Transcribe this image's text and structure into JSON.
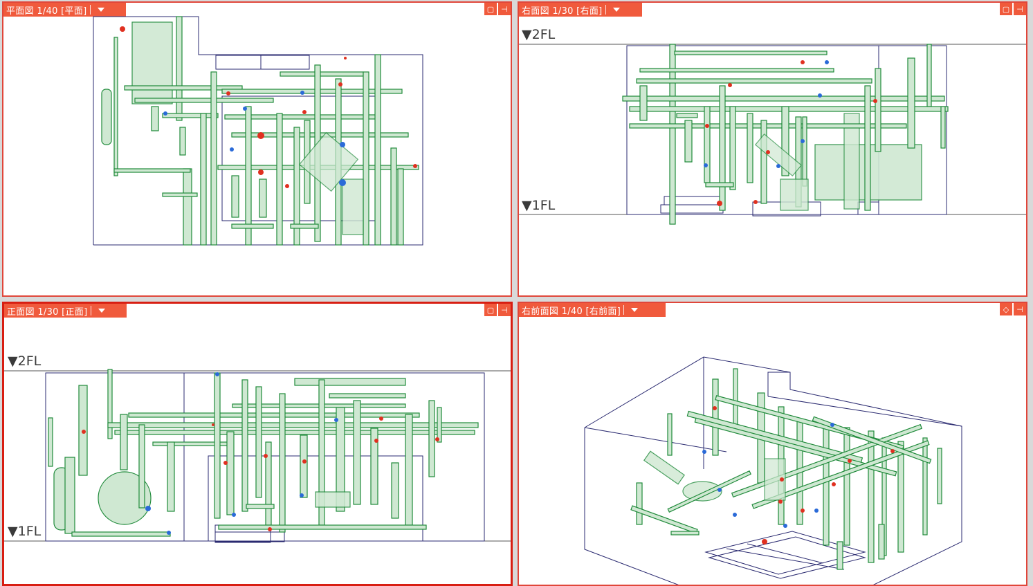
{
  "viewports": {
    "top_left": {
      "title": "平面図 1/40 [平面]"
    },
    "top_right": {
      "title": "右面図 1/30 [右面]",
      "level_upper": "▼2FL",
      "level_lower": "▼1FL"
    },
    "bottom_left": {
      "title": "正面図 1/30 [正面]",
      "level_upper": "▼2FL",
      "level_lower": "▼1FL"
    },
    "bottom_right": {
      "title": "右前面図 1/40 [右前面]"
    }
  },
  "colors": {
    "frame": "#e0463a",
    "pipe": "#1f8a3a",
    "pipe_fill": "#cfe8d2",
    "outline": "#2a2a70",
    "valve_red": "#e03020",
    "valve_blue": "#2a6ad8"
  },
  "icons": {
    "maximize": "window-maximize-icon",
    "pin": "pin-icon",
    "dropdown": "chevron-down-icon"
  }
}
